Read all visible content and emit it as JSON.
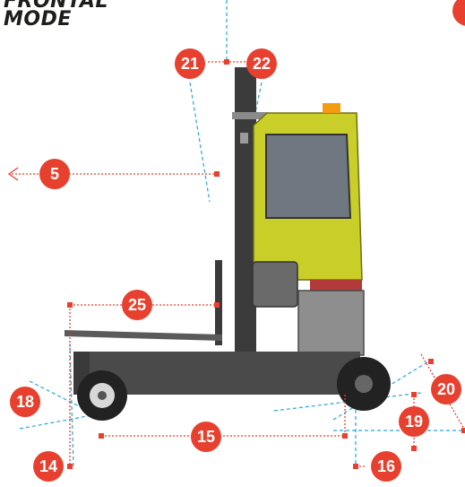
{
  "title": {
    "line1": "FRONTAL",
    "line2": "MODE"
  },
  "colors": {
    "accent": "#e8402f",
    "cabin": "#c9cf28",
    "chassis": "#4a4a4a",
    "guide": "#2aa6d6",
    "dimension": "#e8402f"
  },
  "callouts": [
    "21",
    "22",
    "5",
    "25",
    "18",
    "14",
    "15",
    "20",
    "19",
    "16"
  ]
}
